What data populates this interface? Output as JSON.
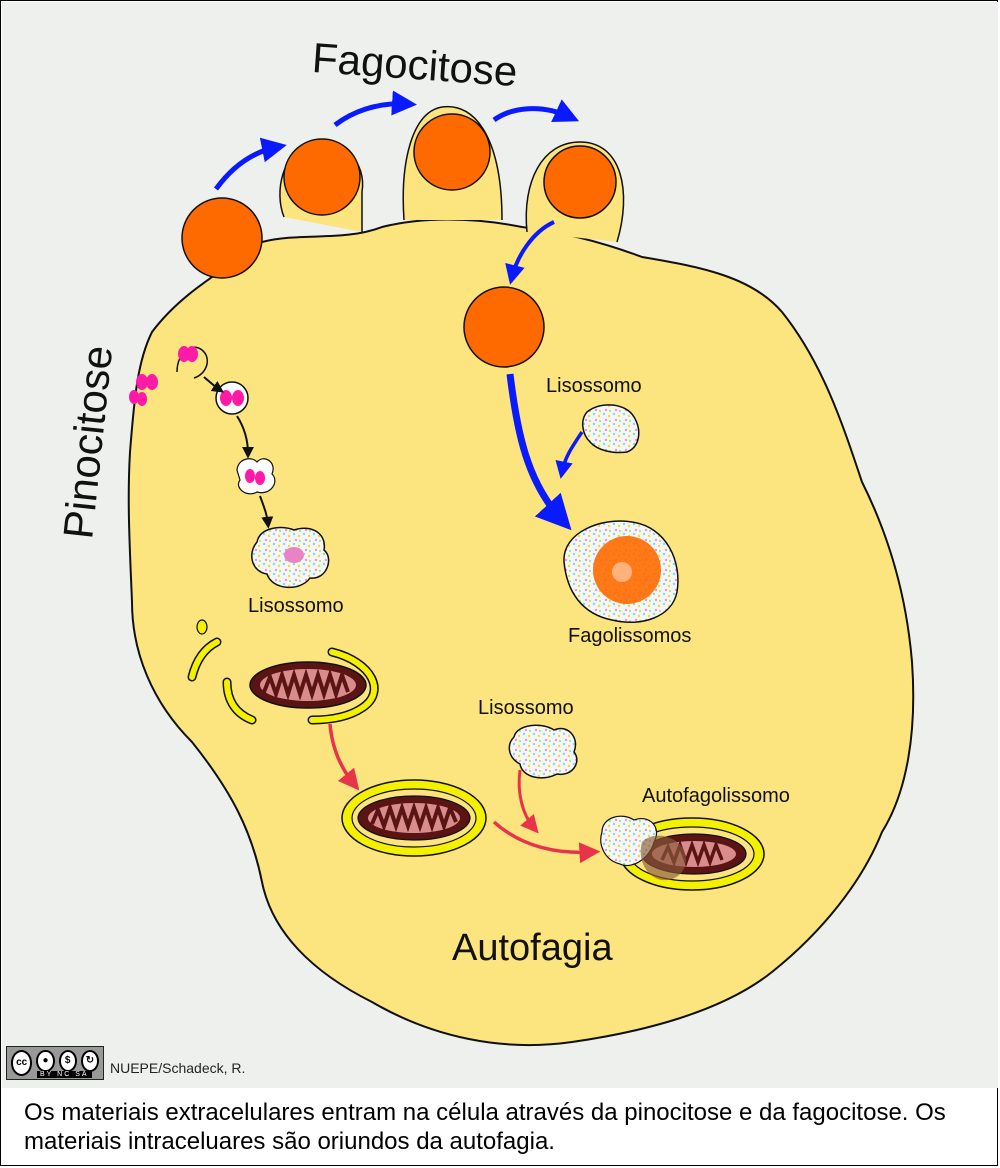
{
  "labels": {
    "fagocitose": "Fagocitose",
    "pinocitose": "Pinocitose",
    "lisossomo_left": "Lisossomo",
    "lisossomo_right_top": "Lisossomo",
    "fagolissomos": "Fagolissomos",
    "lisossomo_middle": "Lisossomo",
    "autofagolissomo": "Autofagolissomo",
    "autofagia": "Autofagia"
  },
  "credit": "NUEPE/Schadeck, R.",
  "license": {
    "badge_text": "cc",
    "tags": "BY NC SA"
  },
  "caption": "Os materiais extracelulares entram na célula através da pinocitose e da fagocitose. Os materiais intraceluares são oriundos da autofagia.",
  "colors": {
    "cell": "#fce47e",
    "particle": "#ff6a00",
    "phago_arrow": "#0a1aff",
    "auto_arrow": "#e8344a",
    "pino_vesicle": "#ff1aa8",
    "mito_outer": "#f3f000",
    "mito_inner": "#5a1414"
  }
}
